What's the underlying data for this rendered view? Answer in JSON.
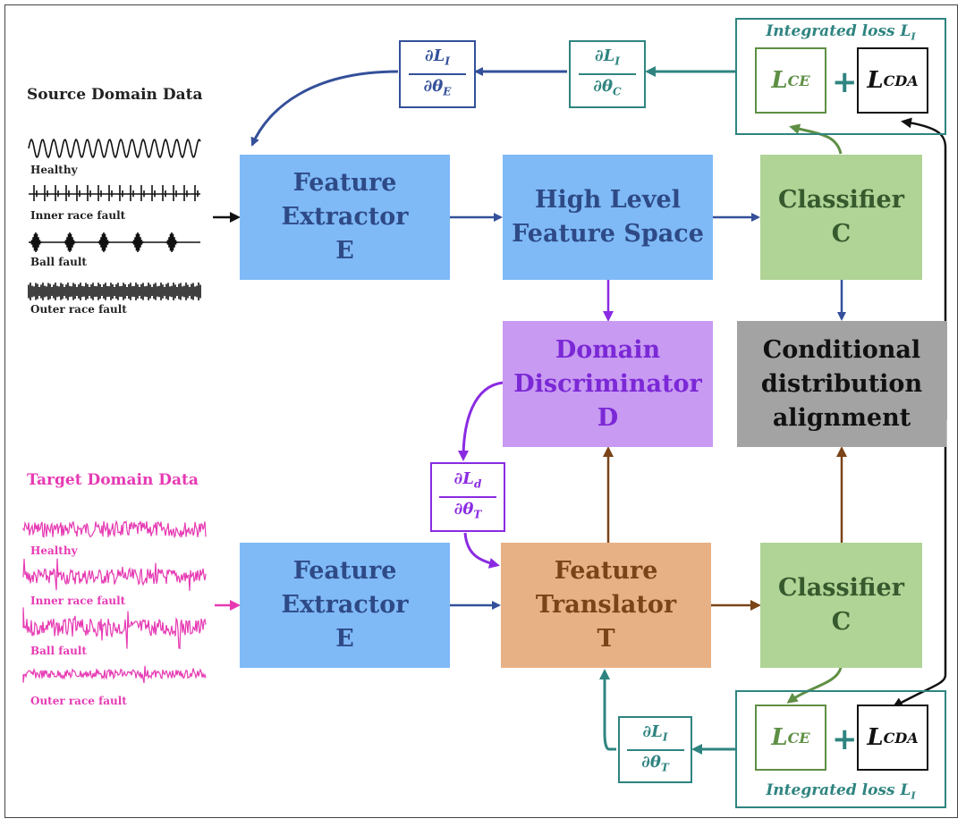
{
  "colors": {
    "blue_box": "#7fbaf7",
    "green_box": "#b0d396",
    "purple_box": "#c89af2",
    "gray_box": "#a3a3a3",
    "orange_box": "#e8b185",
    "teal": "#2f8480",
    "navy_arrow": "#34509a",
    "purple_arrow": "#8a2be2",
    "brown_arrow": "#7a4418",
    "pink": "#e63ab3"
  },
  "source": {
    "title": "Source Domain Data",
    "signals": [
      "Healthy",
      "Inner race fault",
      "Ball fault",
      "Outer race fault"
    ]
  },
  "target": {
    "title": "Target Domain Data",
    "signals": [
      "Healthy",
      "Inner race fault",
      "Ball fault",
      "Outer race fault"
    ]
  },
  "blocks": {
    "feature_extractor_top": [
      "Feature",
      "Extractor",
      "E"
    ],
    "high_level": [
      "High Level",
      "Feature Space"
    ],
    "classifier_top": [
      "Classifier",
      "C"
    ],
    "domain_discriminator": [
      "Domain",
      "Discriminator",
      "D"
    ],
    "cda": [
      "Conditional",
      "distribution",
      "alignment"
    ],
    "feature_extractor_bottom": [
      "Feature",
      "Extractor",
      "E"
    ],
    "feature_translator": [
      "Feature",
      "Translator",
      "T"
    ],
    "classifier_bottom": [
      "Classifier",
      "C"
    ]
  },
  "gradients": {
    "dLI_dthetaE": {
      "num": "∂L",
      "num_sub": "I",
      "den": "∂θ",
      "den_sub": "E"
    },
    "dLI_dthetaC": {
      "num": "∂L",
      "num_sub": "I",
      "den": "∂θ",
      "den_sub": "C"
    },
    "dLd_dthetaT": {
      "num": "∂L",
      "num_sub": "d",
      "den": "∂θ",
      "den_sub": "T"
    },
    "dLI_dthetaT": {
      "num": "∂L",
      "num_sub": "I",
      "den": "∂θ",
      "den_sub": "T"
    }
  },
  "loss": {
    "caption_top": "Integrated loss L",
    "caption_bottom": "Integrated loss L",
    "caption_sub": "I",
    "ce": "L",
    "ce_sub": "CE",
    "cda": "L",
    "cda_sub": "CDA",
    "plus": "+"
  }
}
